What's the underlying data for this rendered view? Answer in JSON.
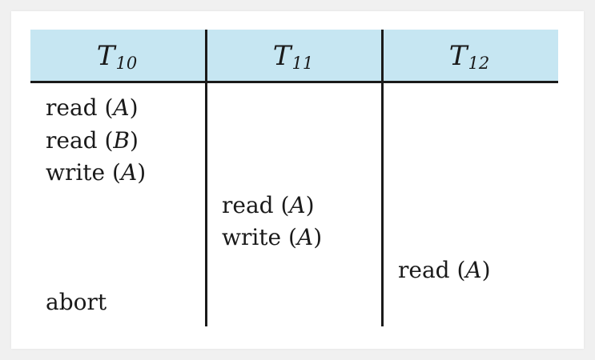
{
  "columns": [
    {
      "name": "T",
      "sub": "10"
    },
    {
      "name": "T",
      "sub": "11"
    },
    {
      "name": "T",
      "sub": "12"
    }
  ],
  "ops": [
    {
      "col": 0,
      "row": 0,
      "verb": "read",
      "arg": "A"
    },
    {
      "col": 0,
      "row": 1,
      "verb": "read",
      "arg": "B"
    },
    {
      "col": 0,
      "row": 2,
      "verb": "write",
      "arg": "A"
    },
    {
      "col": 1,
      "row": 3,
      "verb": "read",
      "arg": "A"
    },
    {
      "col": 1,
      "row": 4,
      "verb": "write",
      "arg": "A"
    },
    {
      "col": 2,
      "row": 5,
      "verb": "read",
      "arg": "A"
    },
    {
      "col": 0,
      "row": 6,
      "verb": "abort",
      "arg": ""
    }
  ],
  "colors": {
    "header_background": "#c6e6f2",
    "line": "#1a1a1a",
    "text": "#1a1a1a"
  }
}
